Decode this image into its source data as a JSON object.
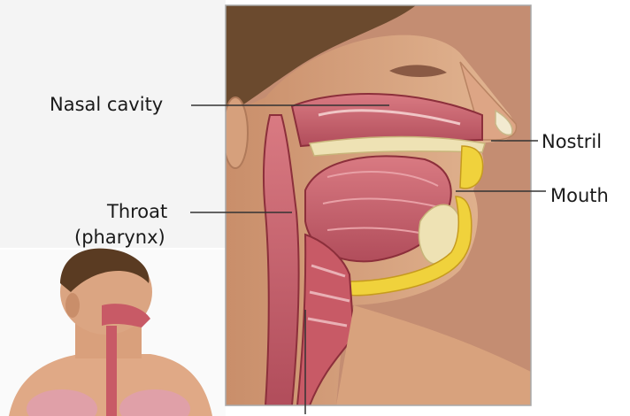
{
  "labels": {
    "nasal_cavity": "Nasal cavity",
    "throat": "Throat",
    "pharynx": "(pharynx)",
    "nostril": "Nostril",
    "mouth": "Mouth"
  },
  "colors": {
    "skin": "#d8a27d",
    "hair": "#6b4a2e",
    "tissue": "#c9606a",
    "dark_tissue": "#8c2f3b",
    "fat": "#f0d23c",
    "bone": "#eee2b4",
    "panel_border": "#a9a9a9"
  }
}
